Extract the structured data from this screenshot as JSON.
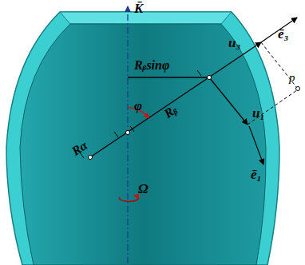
{
  "diagram": {
    "labels": [
      "K̄",
      "Rᵦsinφ",
      "u₃",
      "ē₃",
      "φ",
      "Rᵦ",
      "Rα",
      "u₁",
      "p",
      "ē₁",
      "Ω"
    ]
  }
}
